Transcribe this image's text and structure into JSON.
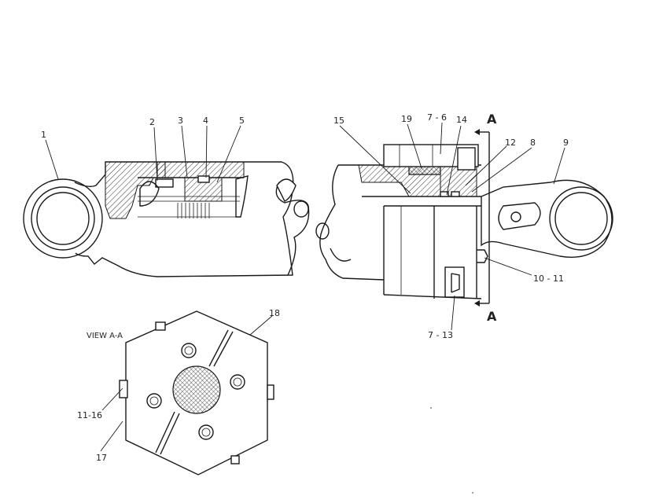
{
  "callouts": {
    "c1": "1",
    "c2": "2",
    "c3": "3",
    "c4": "4",
    "c5": "5",
    "c15": "15",
    "c19": "19",
    "c7_6": "7 - 6",
    "c14": "14",
    "c12": "12",
    "c8": "8",
    "c9": "9",
    "c10_11": "10 - 11",
    "c7_13": "7 - 13",
    "c18": "18",
    "c11_16": "11-16",
    "c17": "17"
  },
  "section_marks": {
    "top": "A",
    "bottom": "A"
  },
  "view_label": "VIEW  A-A"
}
